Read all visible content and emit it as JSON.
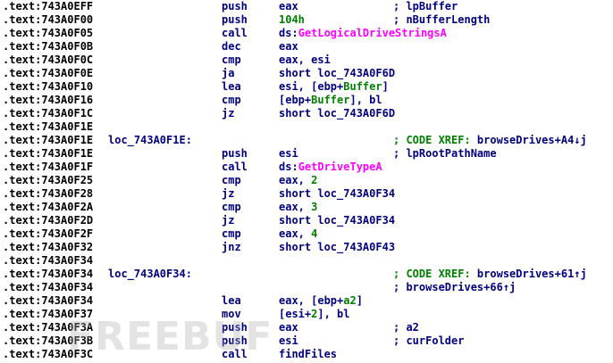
{
  "disassembly": {
    "lines": [
      {
        "addr": ".text:743A0EFF",
        "label": "",
        "mnemonic": "push",
        "operand": [
          {
            "t": "eax"
          }
        ],
        "comment": [
          {
            "t": "; lpBuffer"
          }
        ]
      },
      {
        "addr": ".text:743A0F00",
        "label": "",
        "mnemonic": "push",
        "operand": [
          {
            "t": "104h",
            "k": "num"
          }
        ],
        "comment": [
          {
            "t": "; nBufferLength"
          }
        ]
      },
      {
        "addr": ".text:743A0F05",
        "label": "",
        "mnemonic": "call",
        "operand": [
          {
            "t": "ds:"
          },
          {
            "t": "GetLogicalDriveStringsA",
            "k": "api"
          }
        ],
        "comment": []
      },
      {
        "addr": ".text:743A0F0B",
        "label": "",
        "mnemonic": "dec",
        "operand": [
          {
            "t": "eax"
          }
        ],
        "comment": []
      },
      {
        "addr": ".text:743A0F0C",
        "label": "",
        "mnemonic": "cmp",
        "operand": [
          {
            "t": "eax, esi"
          }
        ],
        "comment": []
      },
      {
        "addr": ".text:743A0F0E",
        "label": "",
        "mnemonic": "ja",
        "operand": [
          {
            "t": "short loc_743A0F6D"
          }
        ],
        "comment": []
      },
      {
        "addr": ".text:743A0F10",
        "label": "",
        "mnemonic": "lea",
        "operand": [
          {
            "t": "esi, [ebp+"
          },
          {
            "t": "Buffer",
            "k": "num"
          },
          {
            "t": "]"
          }
        ],
        "comment": []
      },
      {
        "addr": ".text:743A0F16",
        "label": "",
        "mnemonic": "cmp",
        "operand": [
          {
            "t": "[ebp+"
          },
          {
            "t": "Buffer",
            "k": "num"
          },
          {
            "t": "], bl"
          }
        ],
        "comment": []
      },
      {
        "addr": ".text:743A0F1C",
        "label": "",
        "mnemonic": "jz",
        "operand": [
          {
            "t": "short loc_743A0F6D"
          }
        ],
        "comment": []
      },
      {
        "addr": ".text:743A0F1E",
        "label": "",
        "mnemonic": "",
        "operand": [],
        "comment": []
      },
      {
        "addr": ".text:743A0F1E",
        "label": "loc_743A0F1E:",
        "mnemonic": "",
        "operand": [],
        "comment": [
          {
            "t": "; CODE XREF: ",
            "k": "xr"
          },
          {
            "t": "browseDrives+A4↓j"
          }
        ]
      },
      {
        "addr": ".text:743A0F1E",
        "label": "",
        "mnemonic": "push",
        "operand": [
          {
            "t": "esi"
          }
        ],
        "comment": [
          {
            "t": "; lpRootPathName"
          }
        ]
      },
      {
        "addr": ".text:743A0F1F",
        "label": "",
        "mnemonic": "call",
        "operand": [
          {
            "t": "ds:"
          },
          {
            "t": "GetDriveTypeA",
            "k": "api"
          }
        ],
        "comment": []
      },
      {
        "addr": ".text:743A0F25",
        "label": "",
        "mnemonic": "cmp",
        "operand": [
          {
            "t": "eax, "
          },
          {
            "t": "2",
            "k": "num"
          }
        ],
        "comment": []
      },
      {
        "addr": ".text:743A0F28",
        "label": "",
        "mnemonic": "jz",
        "operand": [
          {
            "t": "short loc_743A0F34"
          }
        ],
        "comment": []
      },
      {
        "addr": ".text:743A0F2A",
        "label": "",
        "mnemonic": "cmp",
        "operand": [
          {
            "t": "eax, "
          },
          {
            "t": "3",
            "k": "num"
          }
        ],
        "comment": []
      },
      {
        "addr": ".text:743A0F2D",
        "label": "",
        "mnemonic": "jz",
        "operand": [
          {
            "t": "short loc_743A0F34"
          }
        ],
        "comment": []
      },
      {
        "addr": ".text:743A0F2F",
        "label": "",
        "mnemonic": "cmp",
        "operand": [
          {
            "t": "eax, "
          },
          {
            "t": "4",
            "k": "num"
          }
        ],
        "comment": []
      },
      {
        "addr": ".text:743A0F32",
        "label": "",
        "mnemonic": "jnz",
        "operand": [
          {
            "t": "short loc_743A0F43"
          }
        ],
        "comment": []
      },
      {
        "addr": ".text:743A0F34",
        "label": "",
        "mnemonic": "",
        "operand": [],
        "comment": []
      },
      {
        "addr": ".text:743A0F34",
        "label": "loc_743A0F34:",
        "mnemonic": "",
        "operand": [],
        "comment": [
          {
            "t": "; CODE XREF: ",
            "k": "xr"
          },
          {
            "t": "browseDrives+61↑j"
          }
        ]
      },
      {
        "addr": ".text:743A0F34",
        "label": "",
        "mnemonic": "",
        "operand": [],
        "comment": [
          {
            "t": "; browseDrives+66↑j"
          }
        ]
      },
      {
        "addr": ".text:743A0F34",
        "label": "",
        "mnemonic": "lea",
        "operand": [
          {
            "t": "eax, [ebp+"
          },
          {
            "t": "a2",
            "k": "num"
          },
          {
            "t": "]"
          }
        ],
        "comment": []
      },
      {
        "addr": ".text:743A0F37",
        "label": "",
        "mnemonic": "mov",
        "operand": [
          {
            "t": "[esi+"
          },
          {
            "t": "2",
            "k": "num"
          },
          {
            "t": "], bl"
          }
        ],
        "comment": []
      },
      {
        "addr": ".text:743A0F3A",
        "label": "",
        "mnemonic": "push",
        "operand": [
          {
            "t": "eax"
          }
        ],
        "comment": [
          {
            "t": "; a2"
          }
        ]
      },
      {
        "addr": ".text:743A0F3B",
        "label": "",
        "mnemonic": "push",
        "operand": [
          {
            "t": "esi"
          }
        ],
        "comment": [
          {
            "t": "; curFolder"
          }
        ]
      },
      {
        "addr": ".text:743A0F3C",
        "label": "",
        "mnemonic": "call",
        "operand": [
          {
            "t": "findFiles"
          }
        ],
        "comment": []
      }
    ]
  },
  "watermark": {
    "text": "FREEBUF"
  },
  "colors": {
    "background": "#ffffff",
    "address": "#000000",
    "code": "#000080",
    "api_name": "#ff00ff",
    "number_or_local": "#008000",
    "xref_prefix": "#008000"
  }
}
